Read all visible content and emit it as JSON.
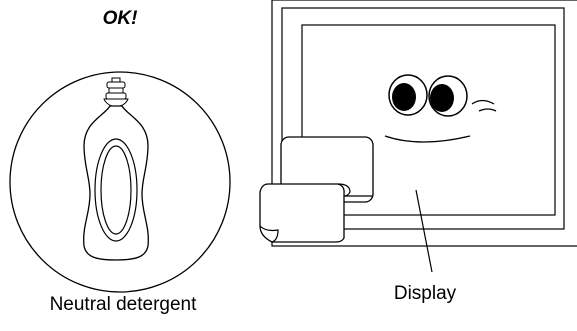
{
  "labels": {
    "ok": "OK!",
    "detergent": "Neutral detergent",
    "display": "Display"
  },
  "icons": {
    "bottle": "detergent-bottle-icon",
    "cloth": "cleaning-cloth-icon",
    "face": "smiling-face-icon"
  },
  "colors": {
    "line": "#000000",
    "background": "#ffffff"
  }
}
